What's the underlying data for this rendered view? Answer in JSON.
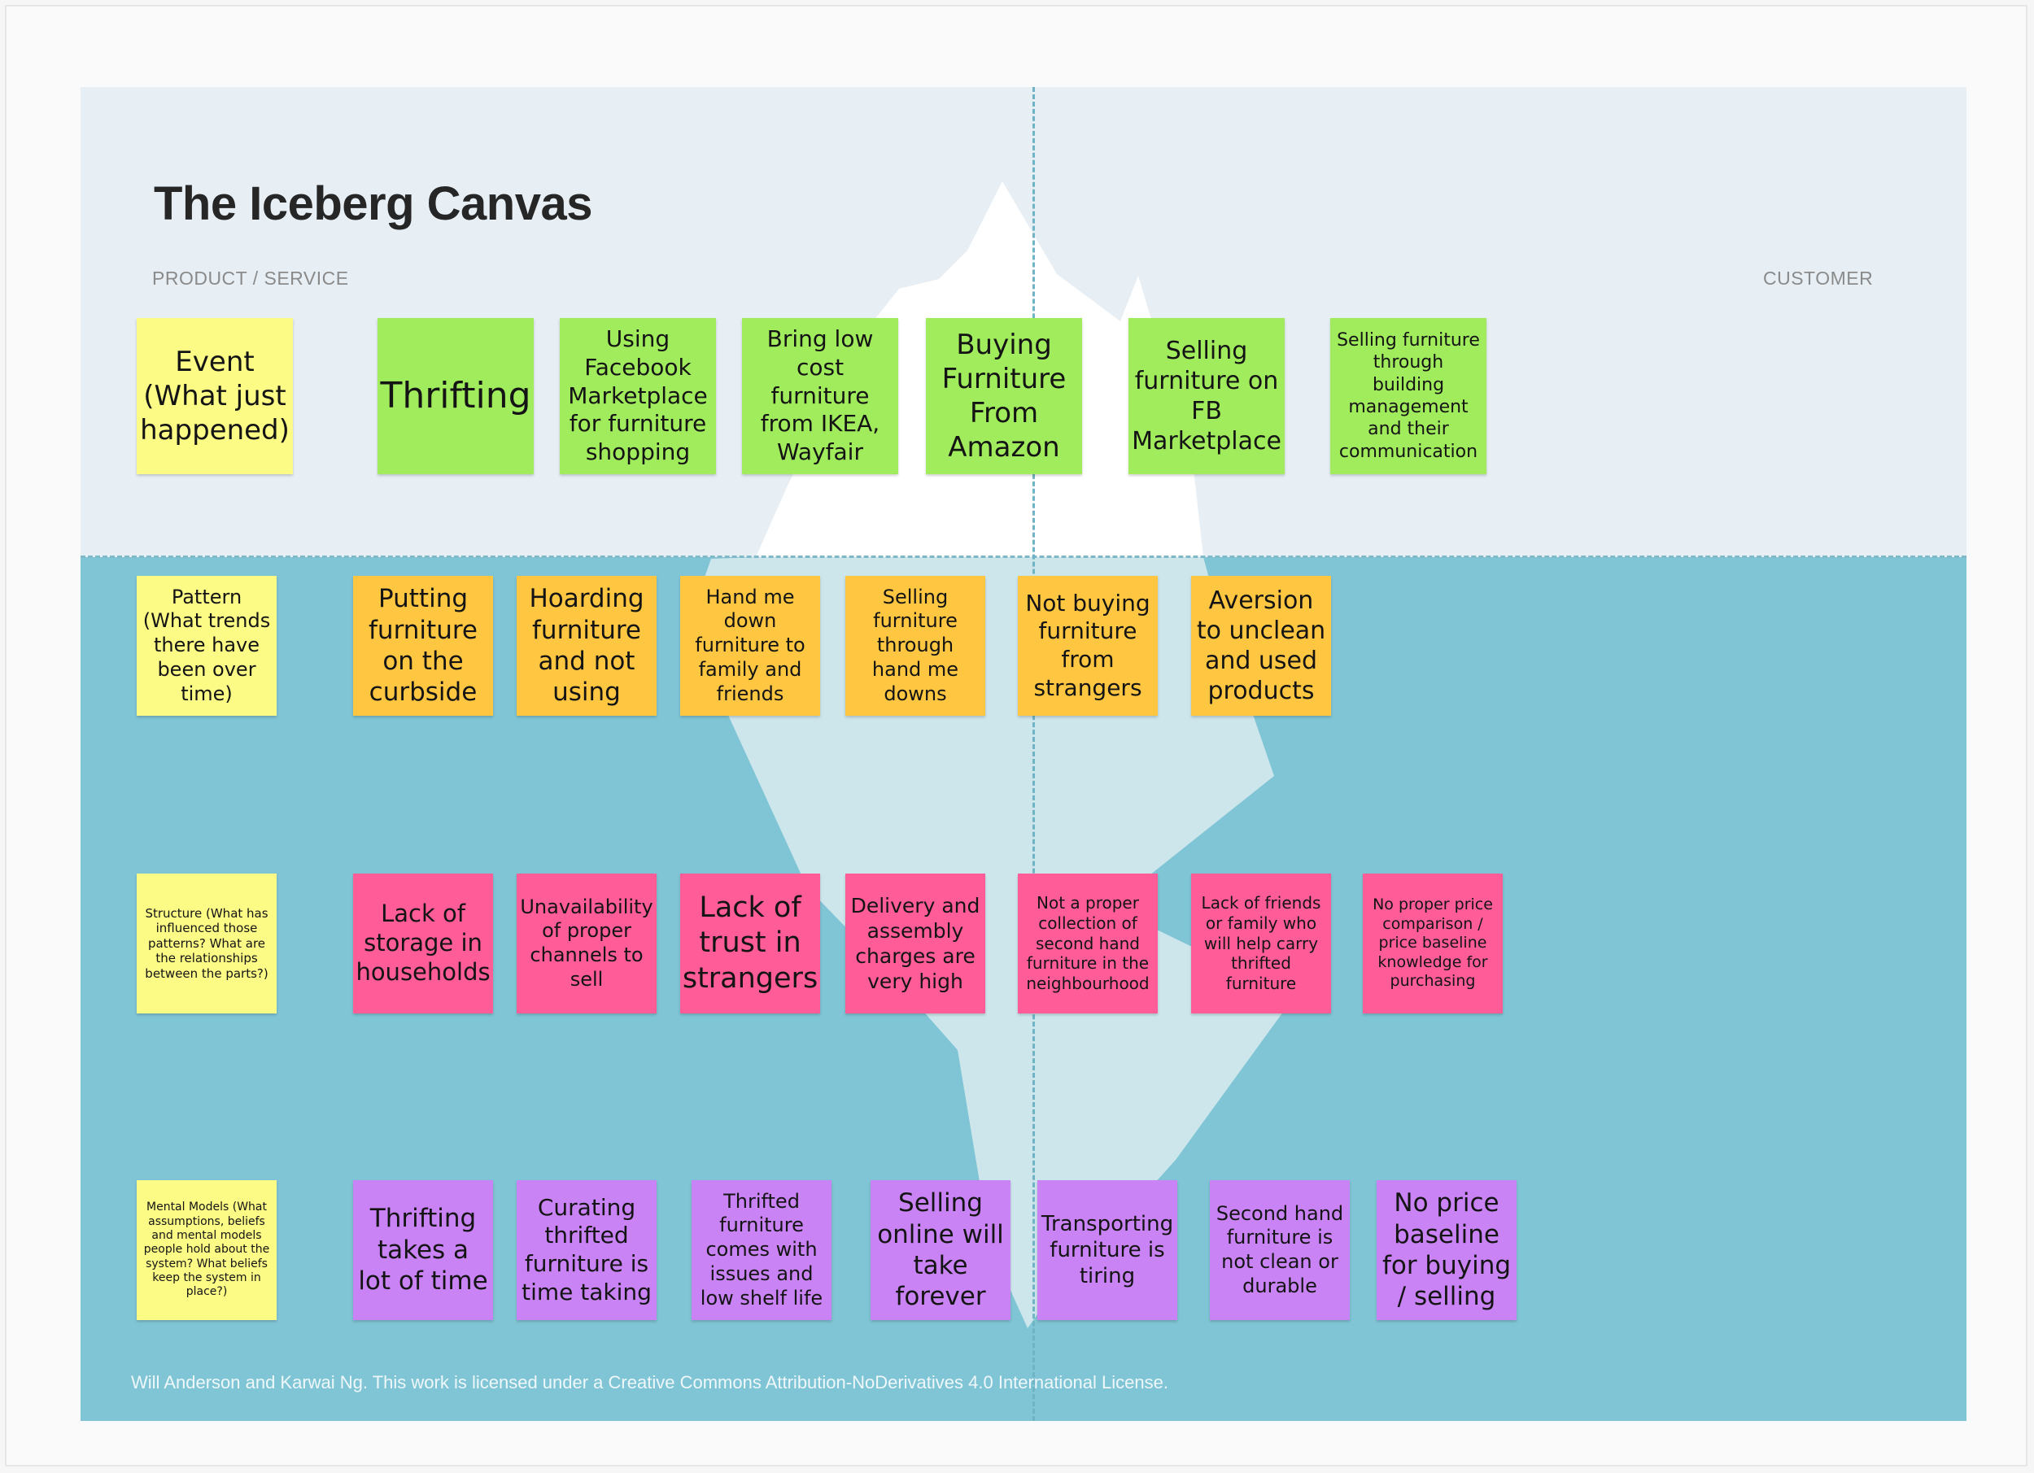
{
  "title": "The Iceberg Canvas",
  "labels": {
    "left": "PRODUCT / SERVICE",
    "right": "CUSTOMER"
  },
  "rows": {
    "event": {
      "header": "Event (What just happened)",
      "notes": [
        "Thrifting",
        "Using Facebook Marketplace for furniture shopping",
        "Bring low cost furniture from IKEA, Wayfair",
        "Buying Furniture From Amazon",
        "Selling furniture on FB Marketplace",
        "Selling furniture through building management and their communication"
      ]
    },
    "pattern": {
      "header": "Pattern (What trends there have been over time)",
      "notes": [
        "Putting furniture on the curbside",
        "Hoarding furniture and not using",
        "Hand me down furniture to family and friends",
        "Selling furniture through hand me downs",
        "Not buying furniture from strangers",
        "Aversion to unclean and used products"
      ]
    },
    "structure": {
      "header": "Structure (What has influenced those patterns? What are the relationships between the parts?)",
      "notes": [
        "Lack of storage in households",
        "Unavailability of proper channels to sell",
        "Lack of trust in strangers",
        "Delivery and assembly charges are very high",
        "Not a proper collection of second hand furniture in the neighbourhood",
        "Lack of friends or family who will help carry thrifted furniture",
        "No proper price comparison / price baseline knowledge for purchasing"
      ]
    },
    "mental": {
      "header": "Mental Models (What assumptions, beliefs and mental models people hold about the system? What beliefs keep the system in place?)",
      "notes": [
        "Thrifting takes a lot of time",
        "Curating thrifted furniture is time taking",
        "Thrifted furniture comes with issues and low shelf life",
        "Selling online will take forever",
        "Transporting furniture is tiring",
        "Second hand furniture is not clean or durable",
        "No price baseline for buying / selling"
      ]
    }
  },
  "footer": "Will Anderson and Karwai Ng. This work is licensed under a Creative Commons Attribution-NoDerivatives 4.0 International License.",
  "colors": {
    "sky": "#e7eff5",
    "water": "#80c5d5",
    "iceberg_above": "#ffffff",
    "iceberg_below": "#cce6ec",
    "yellow": "#fcfb86",
    "green": "#a0ec5c",
    "orange": "#ffc741",
    "pink": "#ff5c98",
    "purple": "#c983f5"
  }
}
